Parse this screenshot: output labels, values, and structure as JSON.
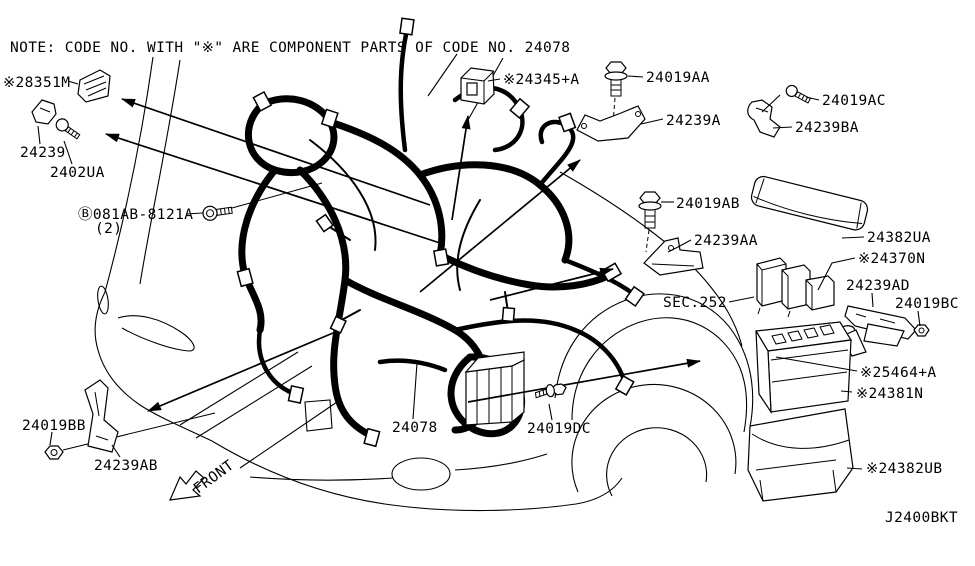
{
  "note": "NOTE: CODE NO. WITH \"※\" ARE COMPONENT PARTS OF CODE NO. 24078",
  "front_label": "FRONT",
  "section_label": "SEC.252",
  "diagram_code": "J2400BKT",
  "colors": {
    "line": "#000000",
    "background": "#ffffff"
  },
  "fastener": {
    "code": "Ⓑ081AB-8121A",
    "qty": "(2)"
  },
  "parts": {
    "clip_28351m": "※28351M",
    "bracket_24239": "24239",
    "screw_2402ua": "2402UA",
    "connector_24345a": "※24345+A",
    "bolt_24019aa": "24019AA",
    "bracket_24239a": "24239A",
    "screw_24019ac": "24019AC",
    "bracket_24239ba": "24239BA",
    "bolt_24019ab": "24019AB",
    "bracket_24239aa": "24239AA",
    "cover_24382ua": "24382UA",
    "relay_24370n": "※24370N",
    "bracket_24239ad": "24239AD",
    "nut_24019bc": "24019BC",
    "sensor_25464a": "※25464+A",
    "fusebox_24381n": "※24381N",
    "cover_24382ub": "※24382UB",
    "nut_24019bb": "24019BB",
    "bracket_24239ab": "24239AB",
    "harness_24078": "24078",
    "screw_24019dc": "24019DC"
  }
}
